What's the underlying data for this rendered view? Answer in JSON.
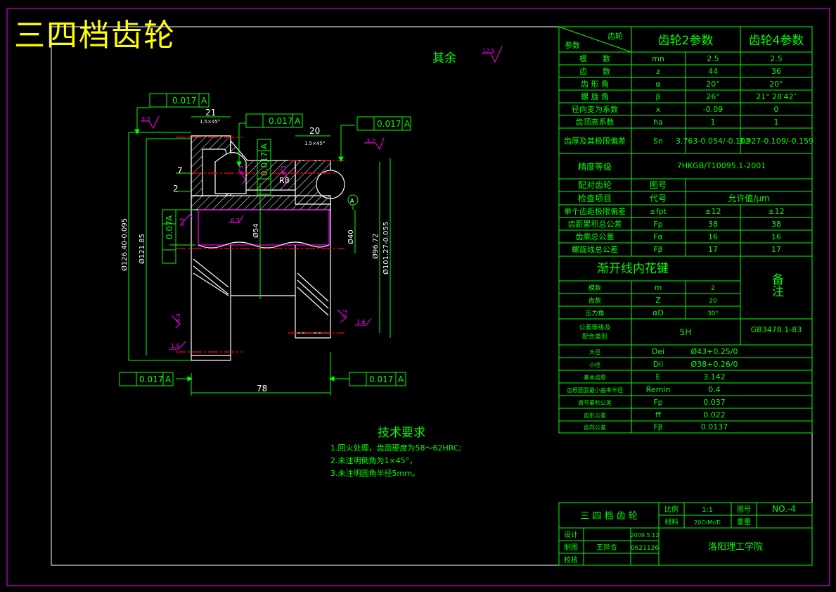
{
  "title": "三四档齿轮",
  "drawing": {
    "surface_rest_label": "其余",
    "surface_rest_value": "12.5",
    "tolerance_value": "0.017",
    "datum": "A",
    "tolerance_side": "0.07",
    "dims": {
      "d21": "21",
      "d20": "20",
      "d7": "7",
      "d2": "2",
      "d78": "78",
      "r8": "R8",
      "chamfer1": "1.5×45°",
      "chamfer2": "1.5×45°",
      "dia_outer": "Ø126.40-0.095",
      "dia_121": "Ø121.85",
      "dia_54": "Ø54",
      "dia_40": "Ø40",
      "dia_96": "Ø96.72",
      "dia_101": "Ø101.27-0.055"
    },
    "roughness": {
      "r1": "3.2",
      "r2": "3.2",
      "r3": "6.3",
      "r4": "6.3",
      "r5": "3.2",
      "r6": "6.3",
      "r7": "1.6",
      "r8": "6.3",
      "r9": "3.2",
      "r10": "1.6"
    },
    "tech_title": "技术要求",
    "tech_items": [
      "1.回火处理，齿面硬度为58～62HRC;",
      "2.未注明倒角为1×45°，",
      "3.未注明圆角半径5mm。"
    ]
  },
  "param_table": {
    "corner_top": "齿轮",
    "corner_bottom": "参数",
    "col2_header": "齿轮2参数",
    "col4_header": "齿轮4参数",
    "rows": [
      {
        "name": "模　　数",
        "sym": "mn",
        "g2": "2.5",
        "g4": "2.5"
      },
      {
        "name": "齿　　数",
        "sym": "z",
        "g2": "44",
        "g4": "36"
      },
      {
        "name": "齿 形 角",
        "sym": "α",
        "g2": "20°",
        "g4": "20°"
      },
      {
        "name": "螺 旋 角",
        "sym": "β",
        "g2": "26°",
        "g4": "21° 28′42″"
      },
      {
        "name": "径向变为系数",
        "sym": "x",
        "g2": "-0.09",
        "g4": "0"
      },
      {
        "name": "齿顶高系数",
        "sym": "ha",
        "g2": "1",
        "g4": "1"
      },
      {
        "name": "齿厚及其极限偏差",
        "sym": "Sn",
        "g2": "3.763-0.054/-0.102",
        "g4": "3.927-0.109/-0.159"
      }
    ],
    "precision_label": "精度等级",
    "precision_value": "7HKGB/T10095.1-2001",
    "mating_label": "配对齿轮",
    "mating_value": "图号",
    "check_label": "检查项目",
    "check_code": "代号",
    "check_allow": "允许值/μm",
    "check_rows": [
      {
        "name": "单个齿距极限偏差",
        "sym": "±fpt",
        "g2": "±12",
        "g4": "±12"
      },
      {
        "name": "齿距累积总公差",
        "sym": "Fp",
        "g2": "38",
        "g4": "38"
      },
      {
        "name": "齿廓总公差",
        "sym": "Fα",
        "g2": "16",
        "g4": "16"
      },
      {
        "name": "螺旋线总公差",
        "sym": "Fβ",
        "g2": "17",
        "g4": "17"
      }
    ],
    "spline_title": "渐开线内花键",
    "remark": "备注",
    "spline_rows": [
      {
        "name": "模数",
        "sym": "m",
        "val": "2"
      },
      {
        "name": "齿数",
        "sym": "Z",
        "val": "20"
      },
      {
        "name": "压力角",
        "sym": "αD",
        "val": "30°"
      }
    ],
    "fit_label_1": "公差等级及",
    "fit_label_2": "配合类别",
    "fit_value": "5H",
    "fit_std": "GB3478.1-83",
    "spline_more": [
      {
        "name": "大径",
        "sym": "Dei",
        "val": "Ø43+0.25/0"
      },
      {
        "name": "小径",
        "sym": "Dii",
        "val": "Ø38+0.26/0"
      },
      {
        "name": "基本齿厚",
        "sym": "E",
        "val": "3.142"
      },
      {
        "name": "齿根圆弧最小曲率半径",
        "sym": "Remin",
        "val": "0.4"
      },
      {
        "name": "周节累积公差",
        "sym": "Fp",
        "val": "0.037"
      },
      {
        "name": "齿形公差",
        "sym": "ff",
        "val": "0.022"
      },
      {
        "name": "齿向公差",
        "sym": "Fβ",
        "val": "0.0137"
      }
    ]
  },
  "title_block": {
    "part_name": "三 四 档 齿 轮",
    "scale_label": "比例",
    "scale_value": "1:1",
    "drawing_no_label": "图号",
    "drawing_no": "NO.-4",
    "material_label": "材料",
    "material_value": "20CrMnTi",
    "weight_label": "重量",
    "design_label": "设计",
    "design_date": "2009.5.12",
    "drawn_label": "制图",
    "drawn_name": "王异合",
    "drawn_id": "0621126",
    "check_label": "校核",
    "school": "洛阳理工学院"
  },
  "colors": {
    "line": "#00ff00",
    "center": "#ff0000",
    "hatch": "#ffffff",
    "roughness": "#ff00ff",
    "title": "#ffff00"
  }
}
